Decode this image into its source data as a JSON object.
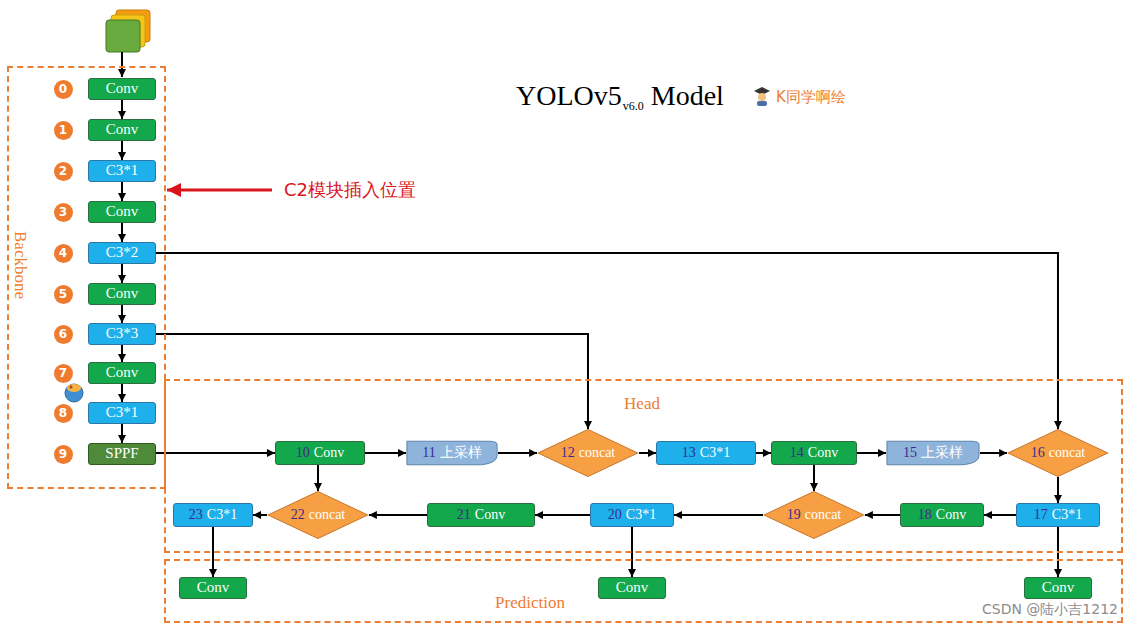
{
  "diagram": {
    "title": "YOLOv5",
    "nodes": [
      {
        "text": [
          "Backbone"
        ]
      },
      {
        "text": [
          "0"
        ],
        "in": 0
      },
      {
        "text": [
          "Conv"
        ],
        "in": 0
      },
      {
        "text": [
          "1"
        ],
        "in": 0
      },
      {
        "text": [
          "Conv"
        ],
        "in": 0
      },
      {
        "text": [
          "2"
        ],
        "in": 0
      },
      {
        "text": [
          "C3*1"
        ],
        "in": 0
      },
      {
        "text": [
          "3"
        ],
        "in": 0
      },
      {
        "text": [
          "Conv"
        ],
        "in": 0
      },
      {
        "text": [
          "4"
        ],
        "in": 0
      },
      {
        "text": [
          "C3*2"
        ],
        "in": 0
      },
      {
        "text": [
          "5"
        ],
        "in": 0
      },
      {
        "text": [
          "Conv"
        ],
        "in": 0
      },
      {
        "text": [
          "6"
        ],
        "in": 0
      },
      {
        "text": [
          "C3*3"
        ],
        "in": 0
      },
      {
        "text": [
          "7"
        ],
        "in": 0
      },
      {
        "text": [
          "Conv"
        ],
        "in": 0
      },
      {
        "text": [
          "8"
        ],
        "in": 0
      },
      {
        "text": [
          "C3*1"
        ],
        "in": 0
      },
      {
        "text": [
          "9"
        ],
        "in": 0
      },
      {
        "text": [
          "SPPF"
        ],
        "in": 0
      },
      {
        "text": [
          "Head"
        ]
      },
      {
        "text": [
          "10",
          "Conv"
        ],
        "in": 21
      },
      {
        "text": [
          "11",
          "上采样"
        ],
        "in": 21
      },
      {
        "text": [
          "12",
          "concat"
        ],
        "in": 21
      },
      {
        "text": [
          "13",
          "C3*1"
        ],
        "in": 21
      },
      {
        "text": [
          "14",
          "Conv"
        ],
        "in": 21
      },
      {
        "text": [
          "15",
          "上采样"
        ],
        "in": 21
      },
      {
        "text": [
          "16",
          "concat"
        ],
        "in": 21
      },
      {
        "text": [
          "17",
          "C3*1"
        ],
        "in": 21
      },
      {
        "text": [
          "18",
          "Conv"
        ],
        "in": 21
      },
      {
        "text": [
          "19",
          "concat"
        ],
        "in": 21
      },
      {
        "text": [
          "20",
          "C3*1"
        ],
        "in": 21
      },
      {
        "text": [
          "21",
          "Conv"
        ],
        "in": 21
      },
      {
        "text": [
          "22",
          "concat"
        ],
        "in": 21
      },
      {
        "text": [
          "23",
          "C3*1"
        ],
        "in": 21
      },
      {
        "text": [
          "Prediction"
        ]
      },
      {
        "text": [
          "Conv"
        ],
        "in": 36
      },
      {
        "text": [
          "Conv"
        ],
        "in": 36
      },
      {
        "text": [
          "Conv"
        ],
        "in": 36
      }
    ],
    "edges": [
      {
        "from": 2,
        "to": 4,
        "arrow": "to"
      },
      {
        "from": 4,
        "to": 6,
        "arrow": "to"
      },
      {
        "from": 6,
        "to": 8,
        "arrow": "to"
      },
      {
        "from": 8,
        "to": 10,
        "arrow": "to"
      },
      {
        "from": 10,
        "to": 12,
        "arrow": "to"
      },
      {
        "from": 12,
        "to": 14,
        "arrow": "to"
      },
      {
        "from": 14,
        "to": 16,
        "arrow": "to"
      },
      {
        "from": 16,
        "to": 18,
        "arrow": "to"
      },
      {
        "from": 18,
        "to": 20,
        "arrow": "to"
      },
      {
        "from": 20,
        "to": 22,
        "arrow": "to"
      },
      {
        "from": 22,
        "to": 23,
        "arrow": "to"
      },
      {
        "from": 23,
        "to": 24,
        "arrow": "to"
      },
      {
        "from": 24,
        "to": 25,
        "arrow": "to"
      },
      {
        "from": 25,
        "to": 26,
        "arrow": "to"
      },
      {
        "from": 26,
        "to": 27,
        "arrow": "to"
      },
      {
        "from": 27,
        "to": 28,
        "arrow": "to"
      },
      {
        "from": 28,
        "to": 29,
        "arrow": "to"
      },
      {
        "from": 29,
        "to": 30,
        "arrow": "to"
      },
      {
        "from": 30,
        "to": 31,
        "arrow": "to"
      },
      {
        "from": 31,
        "to": 32,
        "arrow": "to"
      },
      {
        "from": 32,
        "to": 33,
        "arrow": "to"
      },
      {
        "from": 33,
        "to": 34,
        "arrow": "to"
      },
      {
        "from": 34,
        "to": 35,
        "arrow": "to"
      },
      {
        "from": 22,
        "to": 34,
        "arrow": "to"
      },
      {
        "from": 26,
        "to": 31,
        "arrow": "to"
      },
      {
        "from": 10,
        "to": 28,
        "arrow": "to"
      },
      {
        "from": 14,
        "to": 24,
        "arrow": "to"
      },
      {
        "from": 35,
        "to": 37,
        "arrow": "to"
      },
      {
        "from": 32,
        "to": 38,
        "arrow": "to"
      },
      {
        "from": 29,
        "to": 39,
        "arrow": "to"
      }
    ],
    "labels": [
      "v6.0",
      "Model",
      "K同学啊绘",
      "C2模块插入位置",
      "CSDN @陆小吉1212"
    ]
  }
}
